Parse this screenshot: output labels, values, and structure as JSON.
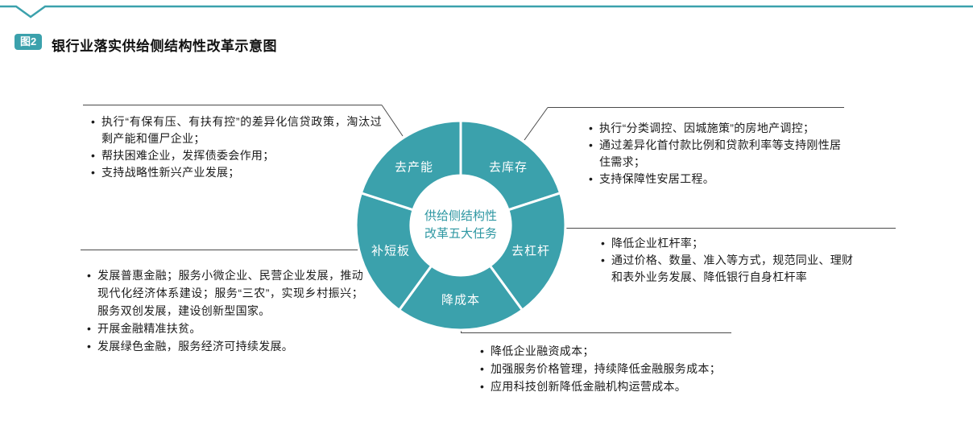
{
  "page": {
    "figure_label": "图2",
    "title": "银行业落实供给侧结构性改革示意图"
  },
  "colors": {
    "accent_teal": "#3ba1ac",
    "center_text_teal": "#2e97a2",
    "body_text": "#1b1b1b",
    "line_gray": "#4a4a4a"
  },
  "donut": {
    "center_line1": "供给侧结构性",
    "center_line2": "改革五大任务",
    "segments": [
      "去产能",
      "去库存",
      "去杠杆",
      "降成本",
      "补短板"
    ]
  },
  "callouts": {
    "top_left": {
      "items": [
        "执行“有保有压、有扶有控”的差异化信贷政策，淘汰过剩产能和僵尸企业；",
        "帮扶困难企业，发挥债委会作用；",
        "支持战略性新兴产业发展；"
      ]
    },
    "top_right": {
      "items": [
        "执行“分类调控、因城施策”的房地产调控；",
        "通过差异化首付款比例和贷款利率等支持刚性居住需求；",
        "支持保障性安居工程。"
      ]
    },
    "right": {
      "items": [
        "降低企业杠杆率；",
        "通过价格、数量、准入等方式，规范同业、理财和表外业务发展、降低银行自身杠杆率"
      ]
    },
    "bottom_left": {
      "items": [
        "发展普惠金融；服务小微企业、民营企业发展，推动现代化经济体系建设；服务“三农”，实现乡村振兴；服务双创发展，建设创新型国家。",
        "开展金融精准扶贫。",
        "发展绿色金融，服务经济可持续发展。"
      ]
    },
    "bottom": {
      "items": [
        "降低企业融资成本；",
        "加强服务价格管理，持续降低金融服务成本；",
        "应用科技创新降低金融机构运营成本。"
      ]
    }
  }
}
